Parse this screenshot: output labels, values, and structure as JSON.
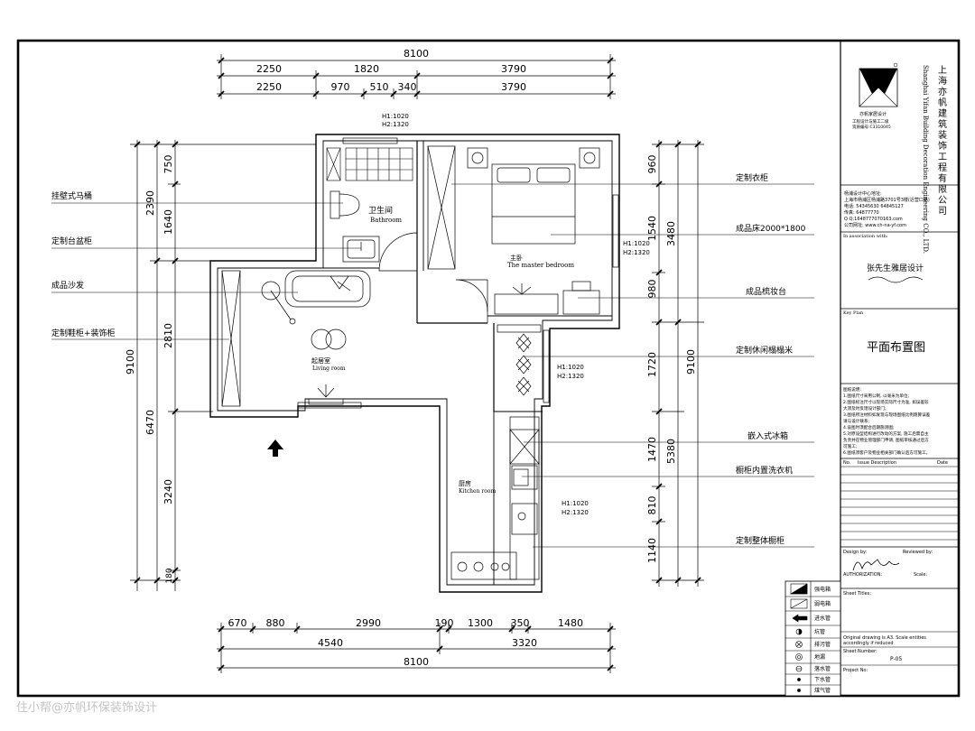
{
  "dims": {
    "top_total": "8100",
    "top_row1": [
      "2250",
      "1820",
      "3790"
    ],
    "top_row2": [
      "2250",
      "970",
      "510",
      "340",
      "3790"
    ],
    "bottom_row1": [
      "670",
      "880",
      "2990",
      "190",
      "1300",
      "350",
      "1480"
    ],
    "bottom_row2": [
      "4540",
      "3320"
    ],
    "bottom_total": "8100",
    "left_outer": "9100",
    "left_mid": [
      "2390",
      "6470"
    ],
    "left_inner": [
      "750",
      "1640",
      "2810",
      "3240",
      "180"
    ],
    "right_outer": "9100",
    "right_mid": [
      "3480",
      "5380"
    ],
    "right_inner": [
      "960",
      "1540",
      "980",
      "1720",
      "1470",
      "810",
      "1140"
    ]
  },
  "left_labels": [
    "挂壁式马桶",
    "定制台盆柜",
    "成品沙发",
    "定制鞋柜+装饰柜"
  ],
  "right_labels": [
    "定制衣柜",
    "成品床2000*1800",
    "成品梳妆台",
    "定制休闲榻榻米",
    "嵌入式冰箱",
    "橱柜内置洗衣机",
    "定制整体橱柜"
  ],
  "rooms": {
    "bathroom_cn": "卫生间",
    "bathroom_en": "Bathroom",
    "master_cn": "主卧",
    "master_en": "The master bedroom",
    "living_cn": "起居室",
    "living_en": "Living room",
    "kitchen_cn": "厨房",
    "kitchen_en": "Kitchen room"
  },
  "heights": {
    "h1": "H1:1020",
    "h2": "H2:1320"
  },
  "title_block": {
    "company_vertical": "上海亦帆建筑装饰工程有限公司",
    "company_en_vertical": "Shanghai Yifan Building Decoration Engineering CO., LTD.",
    "logo_caption": "亦帆家居设计",
    "logo_sub1": "工程设计与施工二级",
    "logo_sub2": "资质编号:C3310045",
    "contact": [
      "杨浦设计中心地址:",
      "上海市杨浦区杨浦路3701号3楼(近营口路)",
      "电话: 54345630  64845127",
      "传真: 64877770",
      "Q Q:1648777070163.com",
      "公司网址: www.ch-na-yf.com"
    ],
    "in_assoc": "In association with:",
    "client": "张先生雅居设计",
    "key_plan": "Key Plan",
    "drawing_title": "平面布置图",
    "notes": [
      "图纸说明:",
      "1.图纸尺寸采用公制, 以毫米为单位;",
      "2.图纸标注尺寸以现场实际尺寸为准, 如误差较",
      "  大须及时反馈设计部门;",
      "3.图纸所注材料如发现与现场图纸比例跑算误差",
      "  请与设计联系;",
      "4.设图时须配合后期施测图;",
      "5.对原设型结构进行改动的方案, 施工后需自主",
      "  负责并在物业管理部门申请, 图纸审核通过后方",
      "  可施工;",
      "6.图纸须客户及物业相关部门确认后方可施工。"
    ],
    "issue_no": "No.",
    "issue_desc": "Issue Description",
    "issue_date": "Date",
    "design_by": "Design by:",
    "reviewed_by": "Reviewed by:",
    "authorization": "AUTHORIZATION:",
    "scale": "Scale:",
    "sheet_titles": "Sheet Titles:",
    "orig_note1": "Original drawing is A3. Scale entities",
    "orig_note2": "accordingly if reduced",
    "sheet_number": "Sheet Number:",
    "sheet_value": "P-05",
    "project_no": "Project No:"
  },
  "legend": [
    "强电箱",
    "弱电箱",
    "进水管",
    "坑管",
    "排污管",
    "地漏",
    "落水管",
    "下水管",
    "煤气管"
  ],
  "watermark": "住小帮@亦帆环保装饰设计",
  "colors": {
    "line": "#000000",
    "light": "#9a9a9a",
    "watermark": "#c4c4c4"
  }
}
